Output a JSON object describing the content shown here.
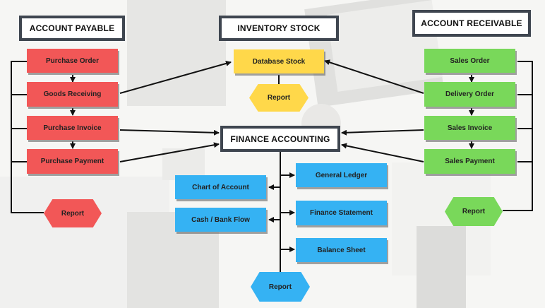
{
  "colors": {
    "payable": "#f25757",
    "receivable": "#79d85a",
    "finance": "#35b2f3",
    "inventory": "#ffd84a",
    "header_border": "#3f4650",
    "line": "#111111"
  },
  "headers": {
    "payable": "ACCOUNT PAYABLE",
    "inventory": "INVENTORY STOCK",
    "receivable": "ACCOUNT RECEIVABLE",
    "finance": "FINANCE ACCOUNTING"
  },
  "payable": {
    "purchase_order": "Purchase Order",
    "goods_receiving": "Goods Receiving",
    "purchase_invoice": "Purchase Invoice",
    "purchase_payment": "Purchase Payment",
    "report": "Report"
  },
  "inventory": {
    "database_stock": "Database Stock",
    "report": "Report"
  },
  "receivable": {
    "sales_order": "Sales Order",
    "delivery_order": "Delivery Order",
    "sales_invoice": "Sales Invoice",
    "sales_payment": "Sales Payment",
    "report": "Report"
  },
  "finance": {
    "chart_of_account": "Chart of Account",
    "cash_bank_flow": "Cash / Bank Flow",
    "general_ledger": "General Ledger",
    "finance_statement": "Finance Statement",
    "balance_sheet": "Balance Sheet",
    "report": "Report"
  }
}
